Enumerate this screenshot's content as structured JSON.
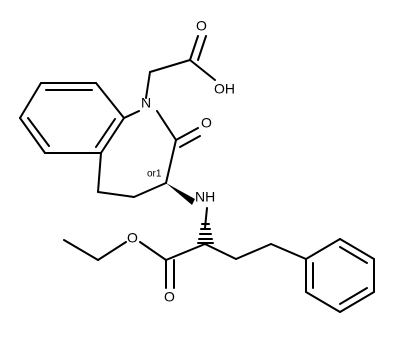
{
  "labels": {
    "oxygen_acid_carbonyl": "O",
    "hydroxyl": "OH",
    "ring_nitrogen": "N",
    "lactam_oxygen": "O",
    "amine": "NH",
    "stereo_note": "or1",
    "ester_oxygen": "O",
    "ester_carbonyl_oxygen": "O"
  }
}
